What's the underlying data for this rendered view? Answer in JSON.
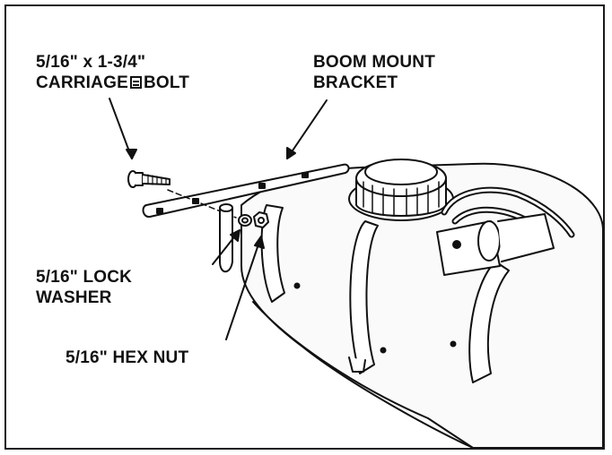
{
  "labels": {
    "bolt_line1": "5/16\" x 1-3/4\"",
    "bolt_line2_a": "CARRIAGE",
    "bolt_line2_b": "BOLT",
    "bracket_line1": "BOOM MOUNT",
    "bracket_line2": "BRACKET",
    "washer_line1": "5/16\" LOCK",
    "washer_line2": "WASHER",
    "nut": "5/16\" HEX NUT"
  },
  "colors": {
    "ink": "#111111",
    "paper": "#ffffff",
    "tank_shade": "#f2f2f2"
  }
}
